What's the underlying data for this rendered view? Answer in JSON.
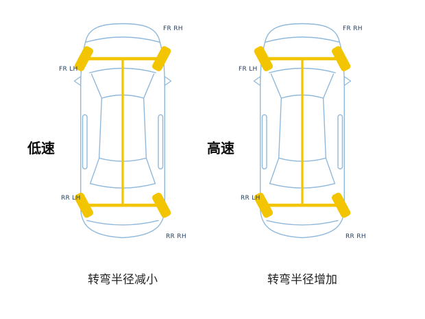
{
  "diagrams": {
    "left": {
      "speed": "低速",
      "caption": "转弯半径减小",
      "wheels": {
        "fr_rh": "FR RH",
        "fr_lh": "FR LH",
        "rr_lh": "RR LH",
        "rr_rh": "RR RH"
      }
    },
    "right": {
      "speed": "高速",
      "caption": "转弯半径增加",
      "wheels": {
        "fr_rh": "FR RH",
        "fr_lh": "FR LH",
        "rr_lh": "RR LH",
        "rr_rh": "RR RH"
      }
    }
  },
  "colors": {
    "car_outline": "#8fb8dc",
    "wheel_fill": "#f2c500",
    "axle_line": "#f2c500",
    "wheel_label_text": "#27405e",
    "speed_label_text": "#0a0a0a",
    "caption_text": "#222222",
    "background": "#ffffff"
  }
}
